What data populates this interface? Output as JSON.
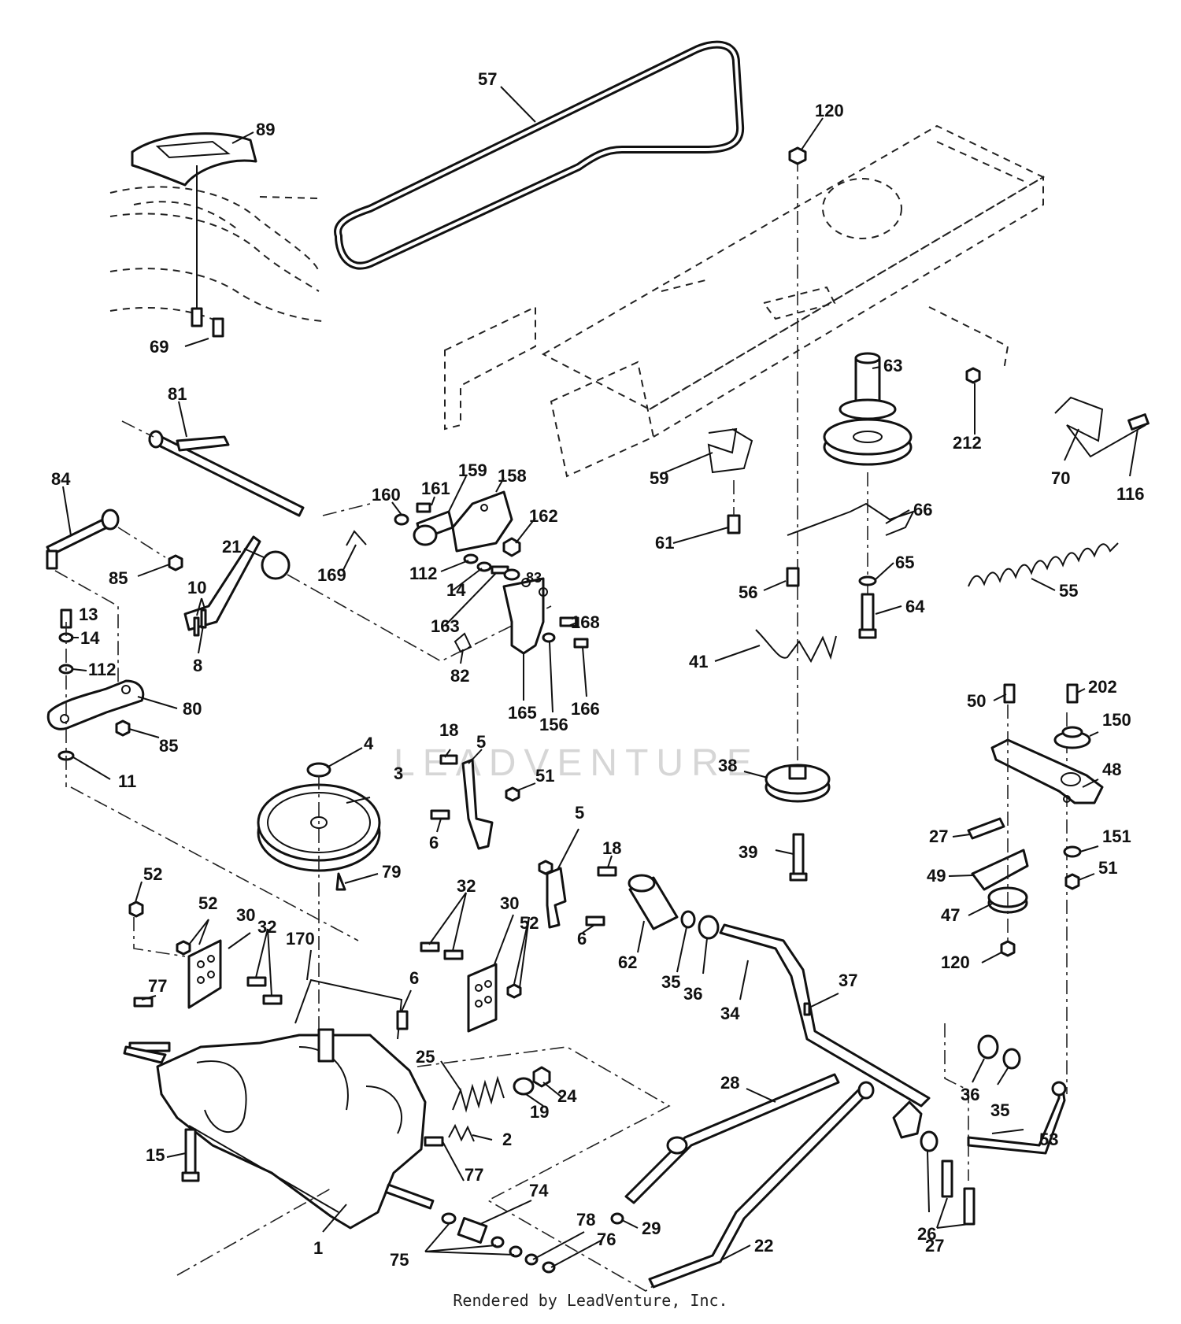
{
  "watermark": "LEADVENTURE",
  "footer": "Rendered by LeadVenture, Inc.",
  "callouts": [
    {
      "id": "c57",
      "text": "57"
    },
    {
      "id": "c89",
      "text": "89"
    },
    {
      "id": "c120a",
      "text": "120"
    },
    {
      "id": "c69",
      "text": "69"
    },
    {
      "id": "c81",
      "text": "81"
    },
    {
      "id": "c63",
      "text": "63"
    },
    {
      "id": "c212",
      "text": "212"
    },
    {
      "id": "c70",
      "text": "70"
    },
    {
      "id": "c116",
      "text": "116"
    },
    {
      "id": "c84",
      "text": "84"
    },
    {
      "id": "c160",
      "text": "160"
    },
    {
      "id": "c161",
      "text": "161"
    },
    {
      "id": "c159",
      "text": "159"
    },
    {
      "id": "c158",
      "text": "158"
    },
    {
      "id": "c59",
      "text": "59"
    },
    {
      "id": "c66",
      "text": "66"
    },
    {
      "id": "c162",
      "text": "162"
    },
    {
      "id": "c21",
      "text": "21"
    },
    {
      "id": "c61",
      "text": "61"
    },
    {
      "id": "c85a",
      "text": "85"
    },
    {
      "id": "c169",
      "text": "169"
    },
    {
      "id": "c112a",
      "text": "112"
    },
    {
      "id": "c10",
      "text": "10"
    },
    {
      "id": "c14a",
      "text": "14"
    },
    {
      "id": "c83",
      "text": "83"
    },
    {
      "id": "c65",
      "text": "65"
    },
    {
      "id": "c56",
      "text": "56"
    },
    {
      "id": "c55",
      "text": "55"
    },
    {
      "id": "c13",
      "text": "13"
    },
    {
      "id": "c163",
      "text": "163"
    },
    {
      "id": "c168",
      "text": "168"
    },
    {
      "id": "c64",
      "text": "64"
    },
    {
      "id": "c14b",
      "text": "14"
    },
    {
      "id": "c112b",
      "text": "112"
    },
    {
      "id": "c41",
      "text": "41"
    },
    {
      "id": "c82",
      "text": "82"
    },
    {
      "id": "c8",
      "text": "8"
    },
    {
      "id": "c80",
      "text": "80"
    },
    {
      "id": "c166",
      "text": "166"
    },
    {
      "id": "c165",
      "text": "165"
    },
    {
      "id": "c156",
      "text": "156"
    },
    {
      "id": "c50",
      "text": "50"
    },
    {
      "id": "c202",
      "text": "202"
    },
    {
      "id": "c150",
      "text": "150"
    },
    {
      "id": "c85b",
      "text": "85"
    },
    {
      "id": "c4",
      "text": "4"
    },
    {
      "id": "c18a",
      "text": "18"
    },
    {
      "id": "c5a",
      "text": "5"
    },
    {
      "id": "c11",
      "text": "11"
    },
    {
      "id": "c38",
      "text": "38"
    },
    {
      "id": "c48",
      "text": "48"
    },
    {
      "id": "c3",
      "text": "3"
    },
    {
      "id": "c51a",
      "text": "51"
    },
    {
      "id": "c5b",
      "text": "5"
    },
    {
      "id": "c27a",
      "text": "27"
    },
    {
      "id": "c151",
      "text": "151"
    },
    {
      "id": "c6a",
      "text": "6"
    },
    {
      "id": "c18b",
      "text": "18"
    },
    {
      "id": "c39",
      "text": "39"
    },
    {
      "id": "c51b",
      "text": "51"
    },
    {
      "id": "c52a",
      "text": "52"
    },
    {
      "id": "c79",
      "text": "79"
    },
    {
      "id": "c49",
      "text": "49"
    },
    {
      "id": "c32a",
      "text": "32"
    },
    {
      "id": "c30a",
      "text": "30"
    },
    {
      "id": "c52b",
      "text": "52"
    },
    {
      "id": "c30b",
      "text": "30"
    },
    {
      "id": "c47",
      "text": "47"
    },
    {
      "id": "c32b",
      "text": "32"
    },
    {
      "id": "c52c",
      "text": "52"
    },
    {
      "id": "c6b",
      "text": "6"
    },
    {
      "id": "c170",
      "text": "170"
    },
    {
      "id": "c62",
      "text": "62"
    },
    {
      "id": "c120b",
      "text": "120"
    },
    {
      "id": "c35a",
      "text": "35"
    },
    {
      "id": "c36a",
      "text": "36"
    },
    {
      "id": "c37",
      "text": "37"
    },
    {
      "id": "c6c",
      "text": "6"
    },
    {
      "id": "c77a",
      "text": "77"
    },
    {
      "id": "c34",
      "text": "34"
    },
    {
      "id": "c25",
      "text": "25"
    },
    {
      "id": "c28",
      "text": "28"
    },
    {
      "id": "c24",
      "text": "24"
    },
    {
      "id": "c19",
      "text": "19"
    },
    {
      "id": "c36b",
      "text": "36"
    },
    {
      "id": "c35b",
      "text": "35"
    },
    {
      "id": "c2",
      "text": "2"
    },
    {
      "id": "c53",
      "text": "53"
    },
    {
      "id": "c15",
      "text": "15"
    },
    {
      "id": "c77b",
      "text": "77"
    },
    {
      "id": "c74",
      "text": "74"
    },
    {
      "id": "c29",
      "text": "29"
    },
    {
      "id": "c78",
      "text": "78"
    },
    {
      "id": "c76",
      "text": "76"
    },
    {
      "id": "c26",
      "text": "26"
    },
    {
      "id": "c22",
      "text": "22"
    },
    {
      "id": "c1",
      "text": "1"
    },
    {
      "id": "c27b",
      "text": "27"
    },
    {
      "id": "c75",
      "text": "75"
    }
  ]
}
